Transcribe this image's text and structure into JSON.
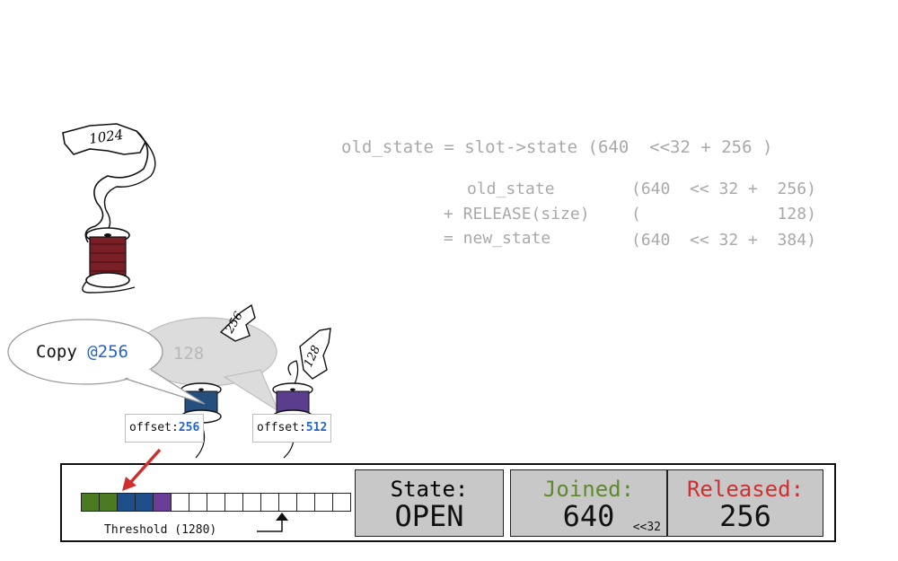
{
  "code": {
    "line1": "old_state = slot->state (640  <<32 + 256 )",
    "line2": "old_state",
    "line3": "+ RELEASE(size)",
    "line4": "= new_state",
    "line2_val": "(640  << 32 +  256)",
    "line3_val": "(              128)",
    "line4_val": "(640  << 32 +  384)"
  },
  "illustration": {
    "ribbon_top": "1024",
    "ribbon_mid": "256",
    "ribbon_right": "128"
  },
  "bubble": {
    "front_word": "Copy",
    "front_value": "@256",
    "back_text": "e 128"
  },
  "offsets": [
    {
      "label": "offset:",
      "value": "256"
    },
    {
      "label": "offset:",
      "value": "512"
    }
  ],
  "buffer": {
    "cells": [
      "green",
      "green",
      "blue",
      "blue",
      "purple",
      "empty",
      "empty",
      "empty",
      "empty",
      "empty",
      "empty",
      "empty",
      "empty",
      "empty",
      "empty"
    ],
    "threshold_label": "Threshold (1280)"
  },
  "status": {
    "state_label": "State:",
    "state_value": "OPEN",
    "joined_label": "Joined:",
    "joined_value": "640",
    "joined_suffix": "<<32",
    "released_label": "Released:",
    "released_value": "256"
  },
  "colors": {
    "green": "#4a7a22",
    "blue": "#1e4f8a",
    "purple": "#6b3d9a",
    "joined_label": "#5e8a2c",
    "released_label": "#d02f2f",
    "accent_blue": "#2563c9",
    "arrow_red": "#d02f2f"
  }
}
